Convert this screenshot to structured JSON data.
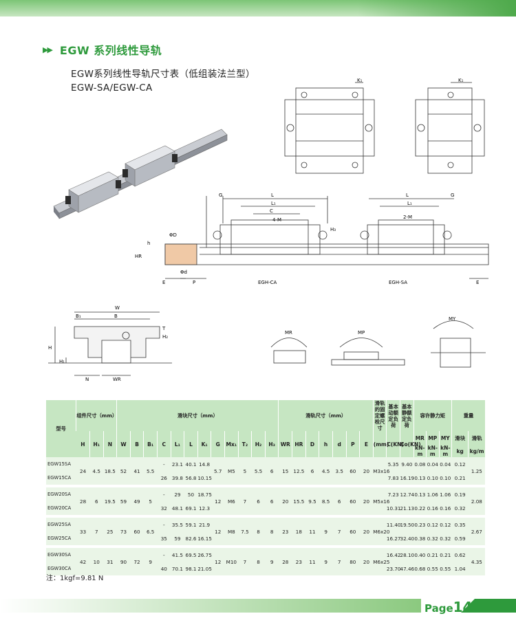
{
  "header": {
    "section_title": "EGW 系列线性导轨",
    "table_title": "EGW系列线性导轨尺寸表（低组装法兰型）",
    "models_line": "EGW-SA/EGW-CA"
  },
  "drawing_labels": {
    "K1": "K₁",
    "G": "G",
    "L": "L",
    "L1": "L₁",
    "C": "C",
    "4M": "4-M",
    "2M": "2-M",
    "H3": "H₃",
    "phiD": "ΦD",
    "h": "h",
    "HR": "HR",
    "phid": "Φd",
    "E": "E",
    "P": "P",
    "EGH_CA": "EGH-CA",
    "EGH_SA": "EGH-SA",
    "W": "W",
    "B1": "B₁",
    "B": "B",
    "T": "T",
    "H2": "H₂",
    "H": "H",
    "H1": "H₁",
    "N": "N",
    "WR": "WR",
    "MR": "MR",
    "MP": "MP",
    "MY": "MY"
  },
  "table": {
    "group_headers": {
      "model": "型号",
      "assembly": "组件尺寸（mm）",
      "block": "滑块尺寸（mm）",
      "rail": "滑轨尺寸（mm）",
      "bolt": "滑轨的固定螺栓尺寸",
      "dyn": "基本动额定负荷",
      "stat": "基本静额定负荷",
      "moment": "容许静力矩",
      "weight": "重量"
    },
    "columns": [
      "H",
      "H₁",
      "N",
      "W",
      "B",
      "B₁",
      "C",
      "L₁",
      "L",
      "K₁",
      "G",
      "Mx₁",
      "T₂",
      "H₂",
      "H₃",
      "WR",
      "HR",
      "D",
      "h",
      "d",
      "P",
      "E",
      "(mm)",
      "C(KN)",
      "Co(KN)"
    ],
    "moment_cols": [
      "MR",
      "MP",
      "MY"
    ],
    "weight_cols": [
      "滑块",
      "滑轨"
    ],
    "units": {
      "moment": "kN-m",
      "block": "kg",
      "rail": "kg/m"
    },
    "groups": [
      {
        "shared": {
          "H": "24",
          "H1": "4.5",
          "N": "18.5",
          "W": "52",
          "B": "41",
          "B1": "5.5",
          "K1": "",
          "G": "5.7",
          "M": "M5",
          "T": "5",
          "H2": "5.5",
          "H3": "6",
          "WR": "15",
          "HR": "12.5",
          "D": "6",
          "h": "4.5",
          "d": "3.5",
          "P": "60",
          "E": "20",
          "bolt": "M3x16",
          "rail_w": "1.25"
        },
        "rows": [
          {
            "model": "EGW15SA",
            "C": "-",
            "L1": "23.1",
            "L": "40.1",
            "K1": "14.8",
            "Cd": "5.35",
            "C0": "9.40",
            "MR": "0.08",
            "MP": "0.04",
            "MY": "0.04",
            "blk": "0.12"
          },
          {
            "model": "EGW15CA",
            "C": "26",
            "L1": "39.8",
            "L": "56.8",
            "K1": "10.15",
            "Cd": "7.83",
            "C0": "16.19",
            "MR": "0.13",
            "MP": "0.10",
            "MY": "0.10",
            "blk": "0.21"
          }
        ]
      },
      {
        "shared": {
          "H": "28",
          "H1": "6",
          "N": "19.5",
          "W": "59",
          "B": "49",
          "B1": "5",
          "G": "12",
          "M": "M6",
          "T": "7",
          "H2": "6",
          "H3": "6",
          "WR": "20",
          "HR": "15.5",
          "D": "9.5",
          "h": "8.5",
          "d": "6",
          "P": "60",
          "E": "20",
          "bolt": "M5x16",
          "rail_w": "2.08"
        },
        "rows": [
          {
            "model": "EGW20SA",
            "C": "-",
            "L1": "29",
            "L": "50",
            "K1": "18.75",
            "Cd": "7.23",
            "C0": "12.74",
            "MR": "0.13",
            "MP": "1.06",
            "MY": "1.06",
            "blk": "0.19"
          },
          {
            "model": "EGW20CA",
            "C": "32",
            "L1": "48.1",
            "L": "69.1",
            "K1": "12.3",
            "Cd": "10.31",
            "C0": "21.13",
            "MR": "0.22",
            "MP": "0.16",
            "MY": "0.16",
            "blk": "0.32"
          }
        ]
      },
      {
        "shared": {
          "H": "33",
          "H1": "7",
          "N": "25",
          "W": "73",
          "B": "60",
          "B1": "6.5",
          "G": "12",
          "M": "M8",
          "T": "7.5",
          "H2": "8",
          "H3": "8",
          "WR": "23",
          "HR": "18",
          "D": "11",
          "h": "9",
          "d": "7",
          "P": "60",
          "E": "20",
          "bolt": "M6x20",
          "rail_w": "2.67"
        },
        "rows": [
          {
            "model": "EGW25SA",
            "C": "-",
            "L1": "35.5",
            "L": "59.1",
            "K1": "21.9",
            "Cd": "11.40",
            "C0": "19.50",
            "MR": "0.23",
            "MP": "0.12",
            "MY": "0.12",
            "blk": "0.35"
          },
          {
            "model": "EGW25CA",
            "C": "35",
            "L1": "59",
            "L": "82.6",
            "K1": "16.15",
            "Cd": "16.27",
            "C0": "32.40",
            "MR": "0.38",
            "MP": "0.32",
            "MY": "0.32",
            "blk": "0.59"
          }
        ]
      },
      {
        "shared": {
          "H": "42",
          "H1": "10",
          "N": "31",
          "W": "90",
          "B": "72",
          "B1": "9",
          "G": "12",
          "M": "M10",
          "T": "7",
          "H2": "8",
          "H3": "9",
          "WR": "28",
          "HR": "23",
          "D": "11",
          "h": "9",
          "d": "7",
          "P": "80",
          "E": "20",
          "bolt": "M6x25",
          "rail_w": "4.35"
        },
        "rows": [
          {
            "model": "EGW30SA",
            "C": "-",
            "L1": "41.5",
            "L": "69.5",
            "K1": "26.75",
            "Cd": "16.42",
            "C0": "28.10",
            "MR": "0.40",
            "MP": "0.21",
            "MY": "0.21",
            "blk": "0.62"
          },
          {
            "model": "EGW30CA",
            "C": "40",
            "L1": "70.1",
            "L": "98.1",
            "K1": "21.05",
            "Cd": "23.70",
            "C0": "47.46",
            "MR": "0.68",
            "MP": "0.55",
            "MY": "0.55",
            "blk": "1.04"
          }
        ]
      }
    ]
  },
  "note": "注：1kgf=9.81 N",
  "footer": {
    "page_label": "Page",
    "page_number": "14"
  },
  "colors": {
    "accent": "#2e9a3c",
    "table_header": "#c6e6c2",
    "table_body": "#eaf5e7"
  }
}
